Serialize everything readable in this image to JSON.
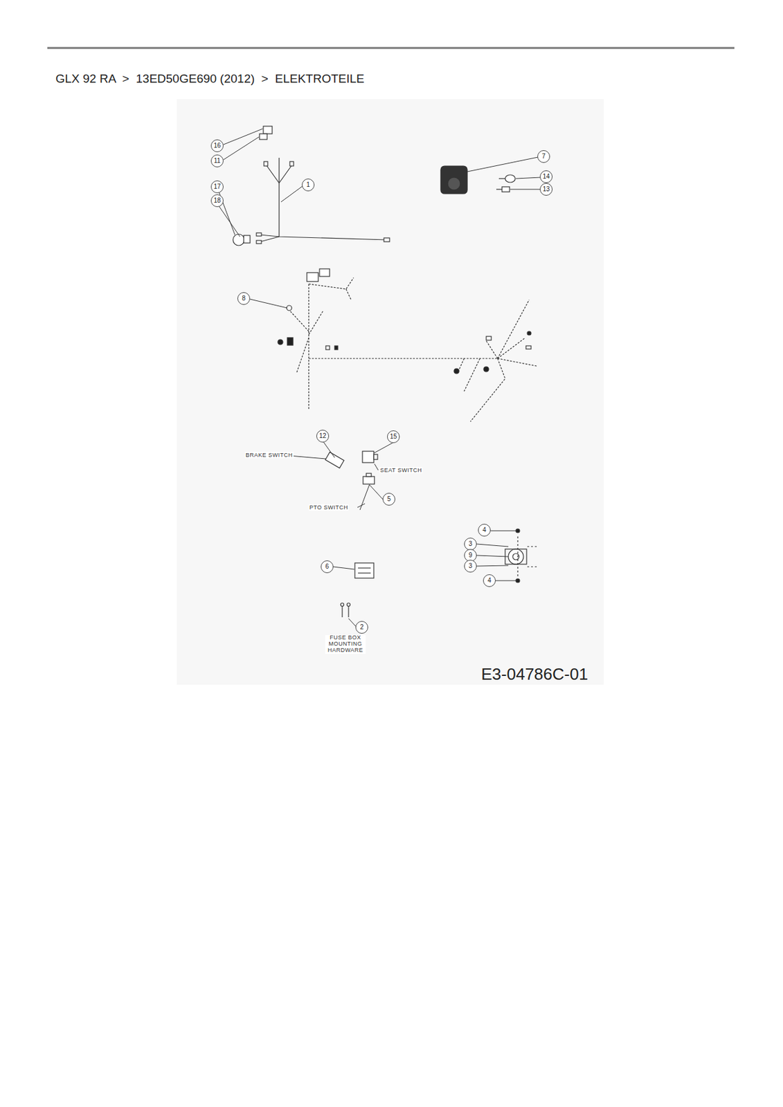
{
  "diagram": {
    "title": "GLX 92 RA  >  13ED50GE690 (2012)  >  ELEKTROTEILE",
    "caption": "E3-04786C-01",
    "labels": [
      "16",
      "11",
      "1",
      "17",
      "18",
      "7",
      "14",
      "13",
      "8",
      "12",
      "BRAKE SWITCH",
      "15",
      "SEAT SWITCH",
      "PTO SWITCH",
      "5",
      "4",
      "3",
      "9",
      "3",
      "4",
      "6",
      "2",
      "FUSE BOX MOUNTING HARDWARE"
    ]
  }
}
